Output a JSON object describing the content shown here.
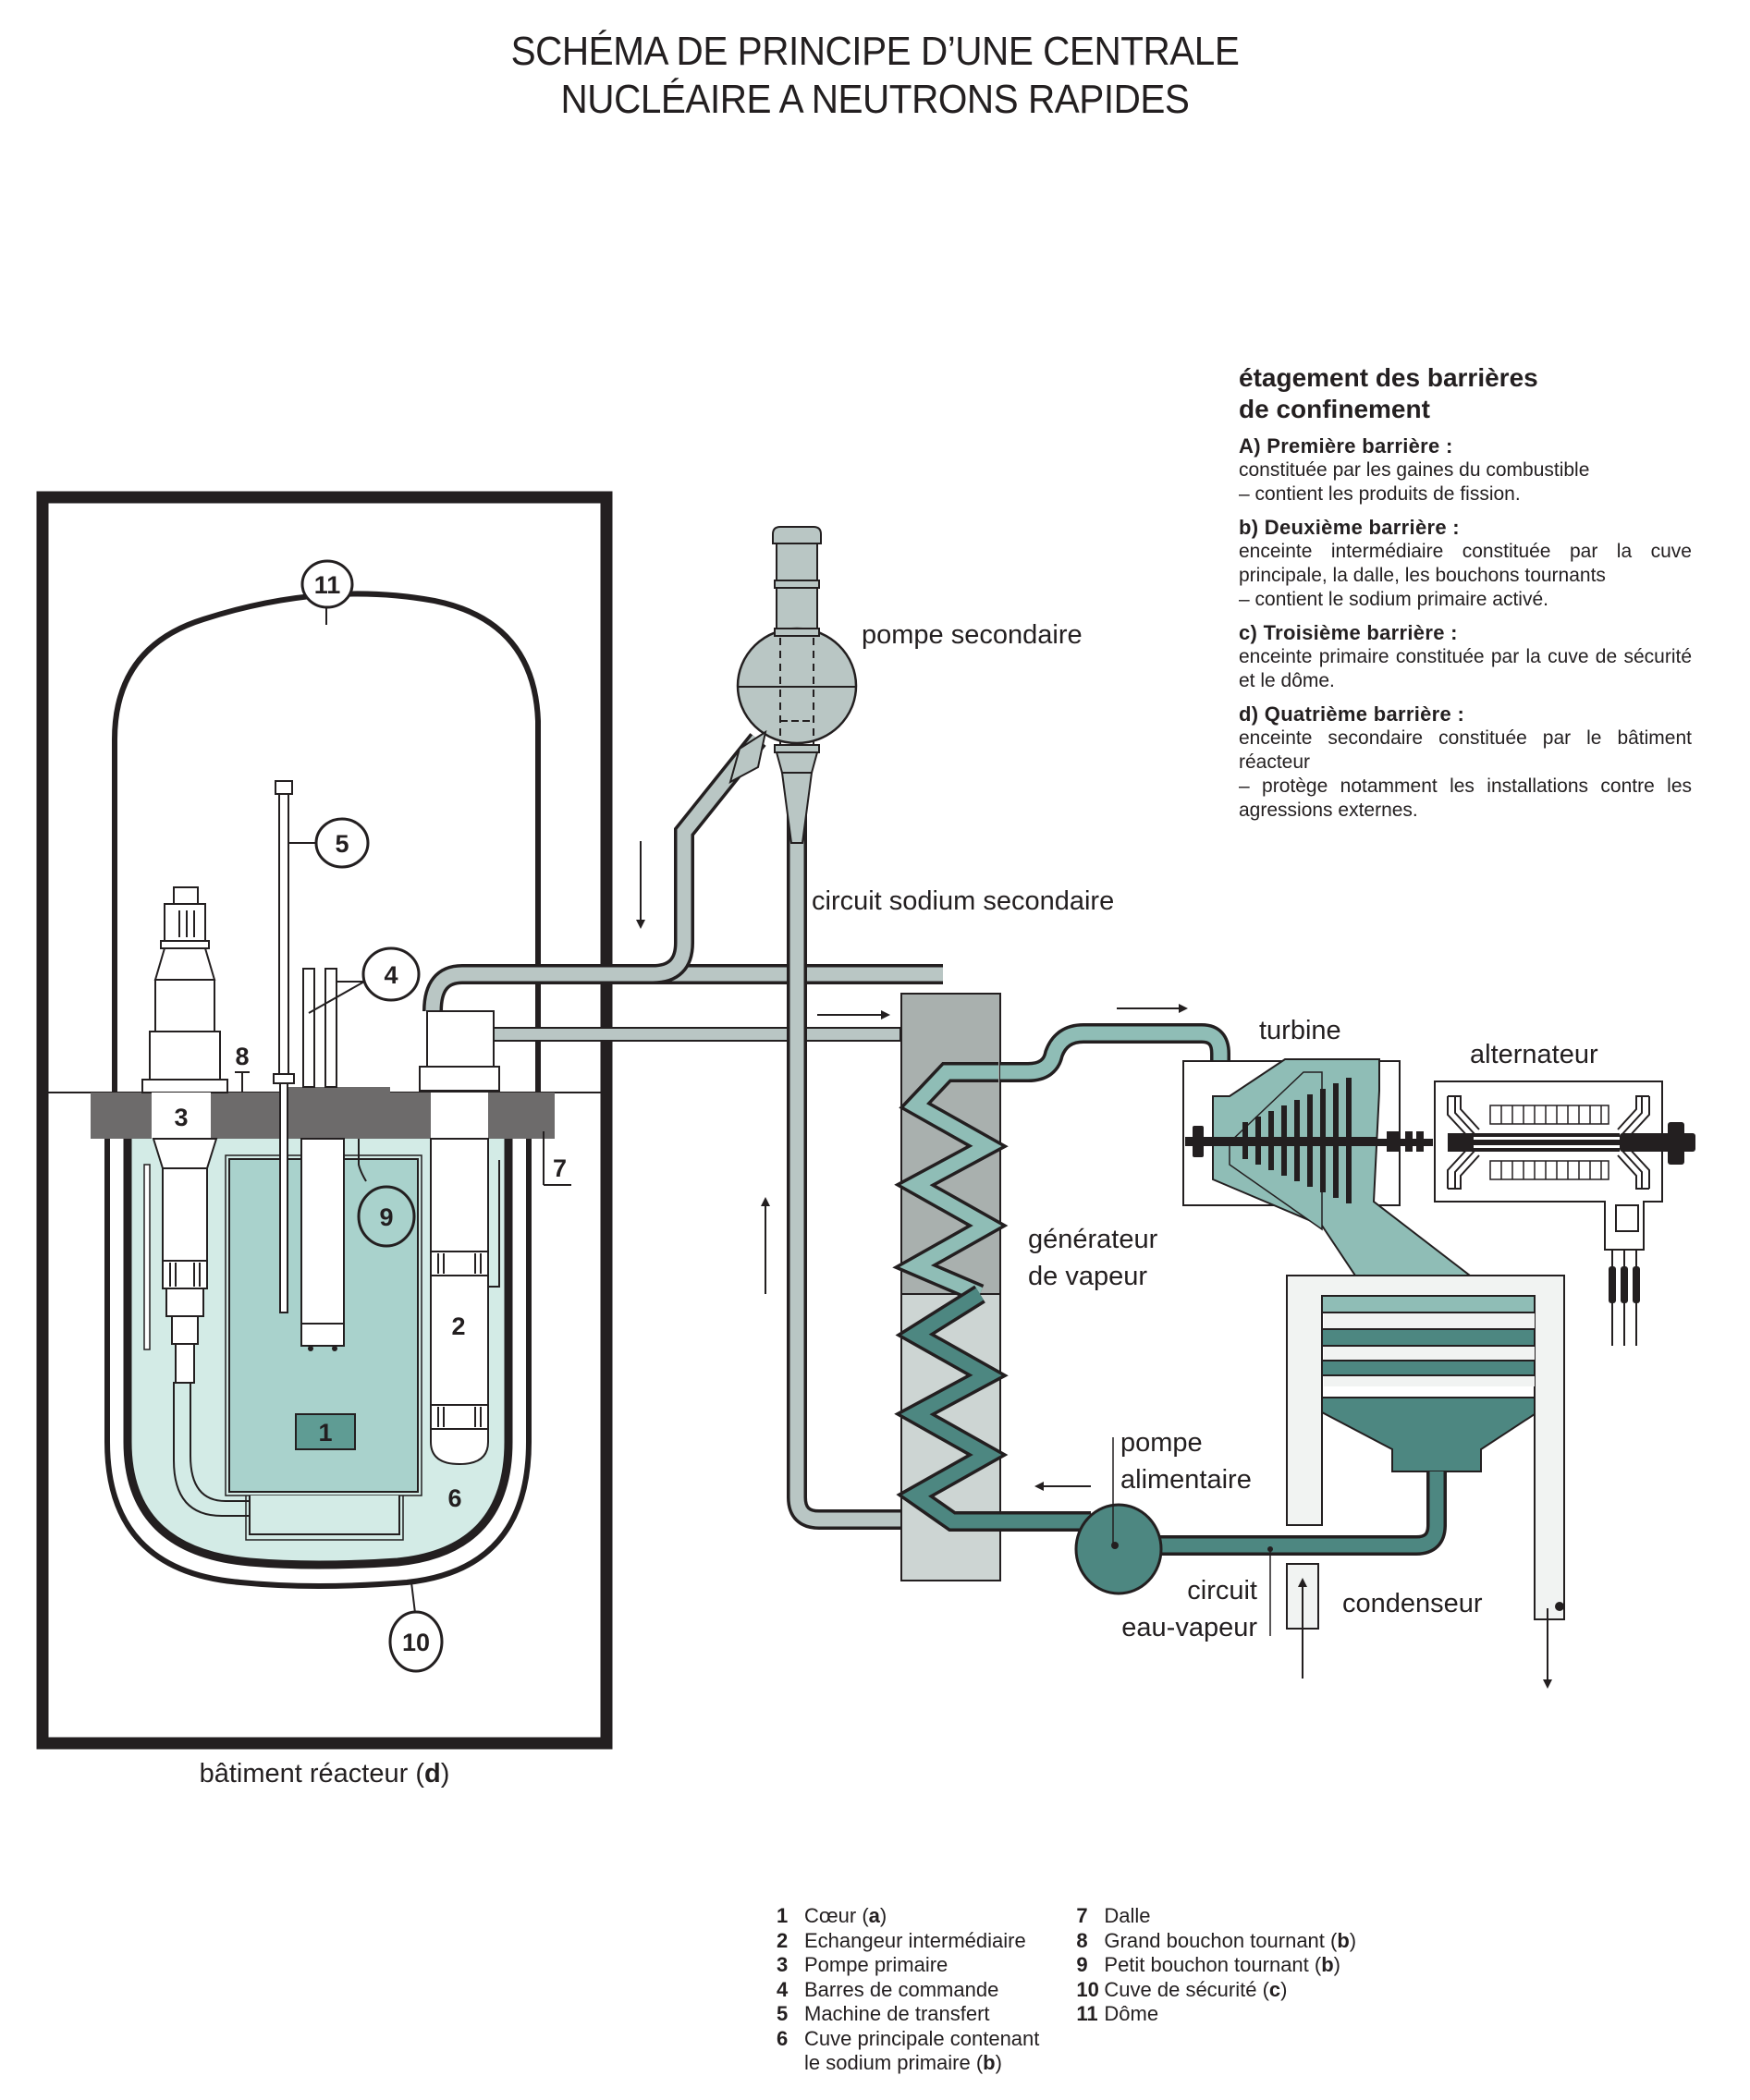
{
  "title": {
    "line1": "SCHÉMA DE PRINCIPE D’UNE CENTRALE",
    "line2": "NUCLÉAIRE A NEUTRONS RAPIDES"
  },
  "colors": {
    "ink": "#231f20",
    "sodium_primary_light": "#d3ebe6",
    "sodium_primary_core": "#a9d2cc",
    "core_block": "#5f9c94",
    "slab_grey": "#6d6b6b",
    "secondary_sodium": "#b9c6c4",
    "generator_upper": "#a9b0ae",
    "generator_lower": "#cdd5d3",
    "steam": "#8fbdb6",
    "water": "#4d8781",
    "condenser_body": "#f1f3f2"
  },
  "diagram_labels": {
    "secondary_pump": "pompe secondaire",
    "secondary_sodium_circuit": "circuit sodium secondaire",
    "steam_generator_line1": "générateur",
    "steam_generator_line2": "de vapeur",
    "turbine": "turbine",
    "alternator": "alternateur",
    "feed_pump_line1": "pompe",
    "feed_pump_line2": "alimentaire",
    "water_steam_circuit_line1": "circuit",
    "water_steam_circuit_line2": "eau-vapeur",
    "condenser": "condenseur",
    "reactor_building": "bâtiment réacteur (",
    "reactor_building_letter": "d",
    "reactor_building_close": ")"
  },
  "callouts": {
    "c1": "1",
    "c2": "2",
    "c3": "3",
    "c4": "4",
    "c5": "5",
    "c6": "6",
    "c7": "7",
    "c8": "8",
    "c9": "9",
    "c10": "10",
    "c11": "11"
  },
  "barriers": {
    "heading_line1": "étagement des barrières",
    "heading_line2": "de confinement",
    "items": [
      {
        "title": "A)  Première barrière :",
        "text": "constituée par les gaines du combustible",
        "note": "–   contient les produits de fission."
      },
      {
        "title": "b)  Deuxième barrière :",
        "text": "enceinte intermédiaire constituée par la cuve principale, la dalle, les bouchons tournants",
        "note": "–   contient le sodium primaire activé."
      },
      {
        "title": "c)  Troisième barrière :",
        "text": "enceinte primaire constituée par la cuve de sécurité et le dôme.",
        "note": ""
      },
      {
        "title": "d)  Quatrième barrière :",
        "text": "enceinte secondaire constituée par le bâtiment réacteur",
        "note": "–  protège notamment les installations contre les agressions externes."
      }
    ]
  },
  "legend": {
    "left": [
      {
        "n": "1",
        "label": "Cœur (",
        "letter": "a",
        "close": ")"
      },
      {
        "n": "2",
        "label": "Echangeur intermédiaire",
        "letter": "",
        "close": ""
      },
      {
        "n": "3",
        "label": "Pompe primaire",
        "letter": "",
        "close": ""
      },
      {
        "n": "4",
        "label": "Barres de commande",
        "letter": "",
        "close": ""
      },
      {
        "n": "5",
        "label": "Machine de transfert",
        "letter": "",
        "close": ""
      },
      {
        "n": "6",
        "label": "Cuve principale contenant\nle sodium primaire (",
        "letter": "b",
        "close": ")"
      }
    ],
    "right": [
      {
        "n": "7",
        "label": "Dalle",
        "letter": "",
        "close": ""
      },
      {
        "n": "8",
        "label": "Grand bouchon tournant (",
        "letter": "b",
        "close": ")"
      },
      {
        "n": "9",
        "label": "Petit bouchon tournant (",
        "letter": "b",
        "close": ")"
      },
      {
        "n": "10",
        "label": "Cuve de sécurité (",
        "letter": "c",
        "close": ")"
      },
      {
        "n": "11",
        "label": "Dôme",
        "letter": "",
        "close": ""
      }
    ]
  }
}
